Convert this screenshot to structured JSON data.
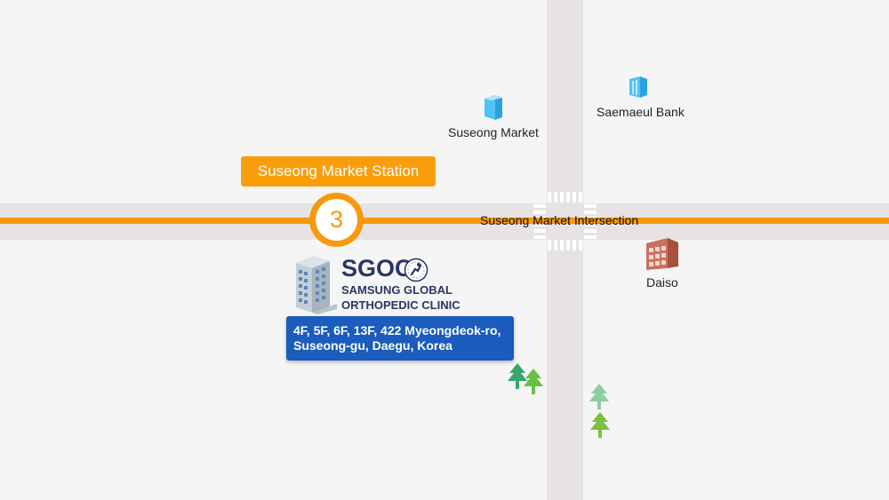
{
  "map": {
    "station": {
      "label": "Suseong Market Station",
      "line_number": "3",
      "line_color": "#f7980d"
    },
    "intersection": {
      "label": "Suseong Market Intersection"
    },
    "pois": [
      {
        "name": "Suseong Market",
        "icon": "building-icon"
      },
      {
        "name": "Saemaeul Bank",
        "icon": "bank-building-icon"
      },
      {
        "name": "Daiso",
        "icon": "store-building-icon"
      }
    ],
    "clinic": {
      "logo": "SGOC",
      "name_line1": "SAMSUNG GLOBAL",
      "name_line2": "ORTHOPEDIC CLINIC",
      "address_line1": "4F, 5F, 6F, 13F, 422 Myeongdeok-ro,",
      "address_line2": "Suseong-gu, Daegu, Korea",
      "address_color": "#1b5cbc"
    },
    "trees": [
      "tree-icon",
      "tree-icon",
      "tree-icon",
      "tree-icon"
    ]
  }
}
